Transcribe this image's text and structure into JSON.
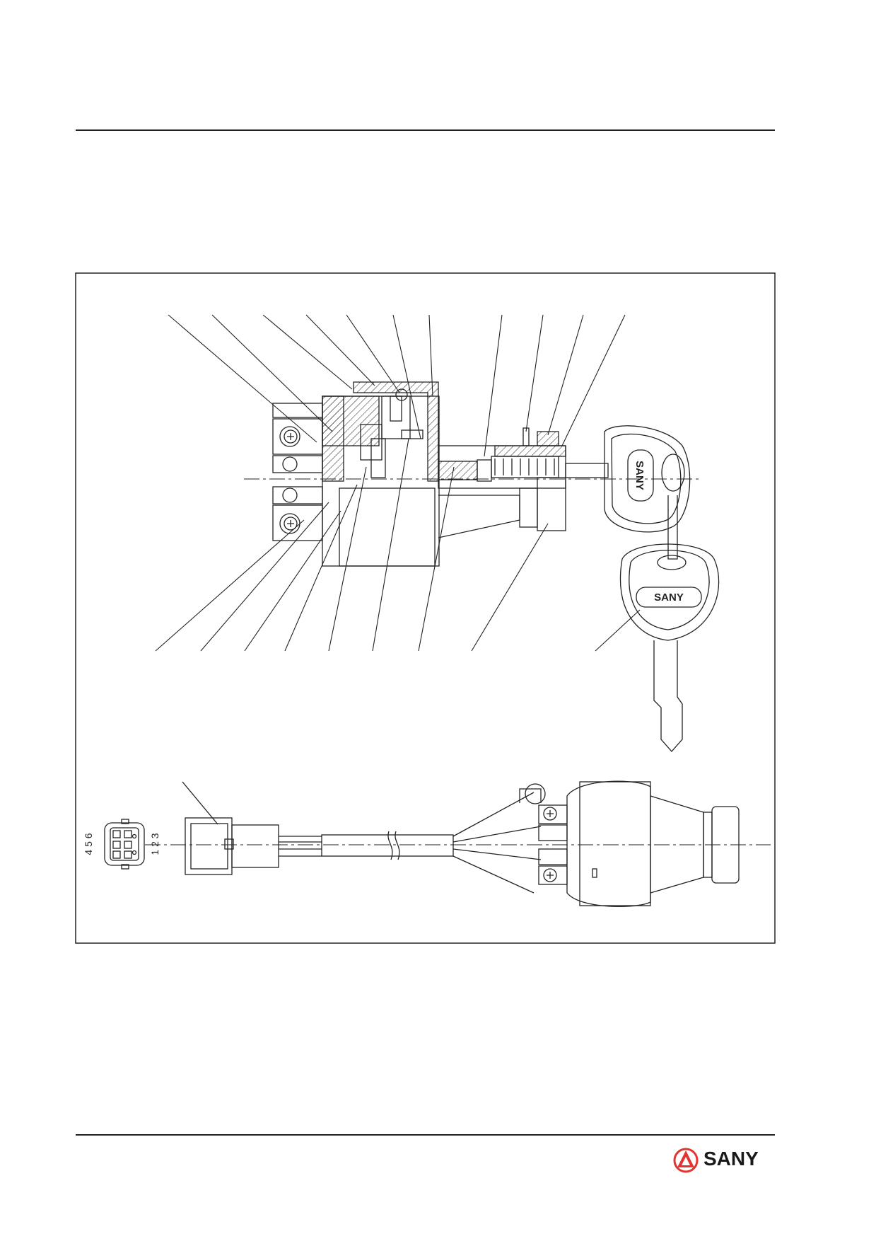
{
  "document": {
    "brand_name": "SANY",
    "key_label_upper": "SANY",
    "key_label_lower": "SANY",
    "pin_labels_top": "4 5 6",
    "pin_labels_bottom": "1 2 3"
  },
  "colors": {
    "ink": "#1a1a1a",
    "logo_red": "#e3342f"
  },
  "icons": [
    "screw-head-icon",
    "sany-logo-icon"
  ]
}
